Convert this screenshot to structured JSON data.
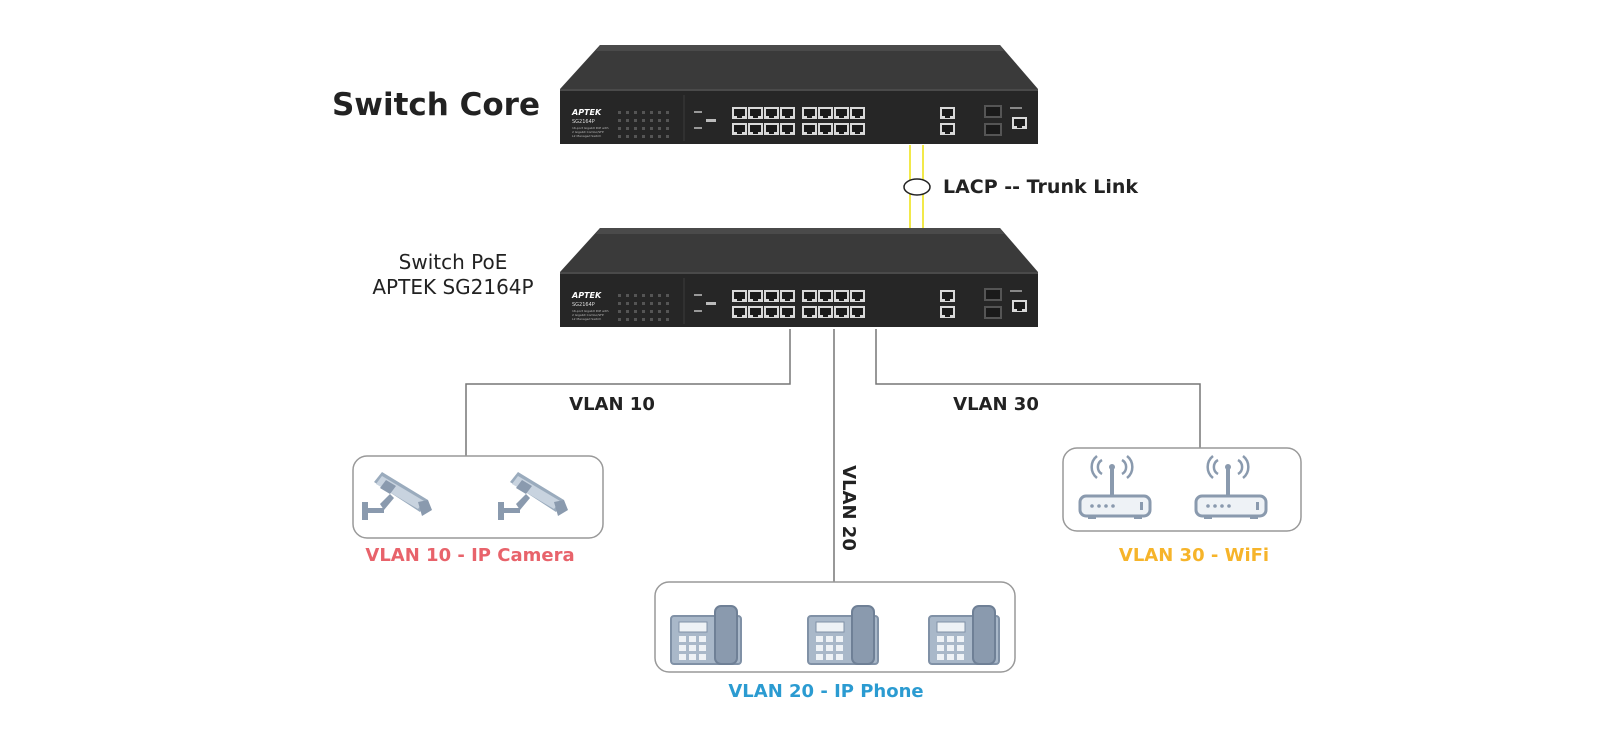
{
  "core_switch": {
    "title": "Switch Core",
    "brand": "APTEK",
    "model": "SG2164P",
    "desc1": "16-port Gigabit PoE with",
    "desc2": "2 Gigabit Combo/SFP",
    "desc3": "L2 Managed Switch"
  },
  "access_switch": {
    "title_line1": "Switch PoE",
    "title_line2": "APTEK SG2164P",
    "brand": "APTEK",
    "model": "SG2164P",
    "desc1": "16-port Gigabit PoE with",
    "desc2": "2 Gigabit Combo/SFP",
    "desc3": "L2 Managed Switch"
  },
  "trunk": {
    "label": "LACP -- Trunk Link"
  },
  "links": {
    "vlan10": "VLAN 10",
    "vlan20": "VLAN 20",
    "vlan30": "VLAN 30"
  },
  "groups": {
    "camera": {
      "label": "VLAN 10 - IP Camera",
      "color": "#e8636b",
      "count": 2,
      "icon": "cctv-camera-icon"
    },
    "phone": {
      "label": "VLAN 20 - IP Phone",
      "color": "#2b9bd1",
      "count": 3,
      "icon": "ip-phone-icon"
    },
    "wifi": {
      "label": "VLAN 30 - WiFi",
      "color": "#f6b42a",
      "count": 2,
      "icon": "wifi-router-icon"
    }
  },
  "colors": {
    "switch_body": "#2b2b2b",
    "link_line": "#777777",
    "trunk_line": "#f2e94a",
    "device_gray": "#8a9aae"
  }
}
